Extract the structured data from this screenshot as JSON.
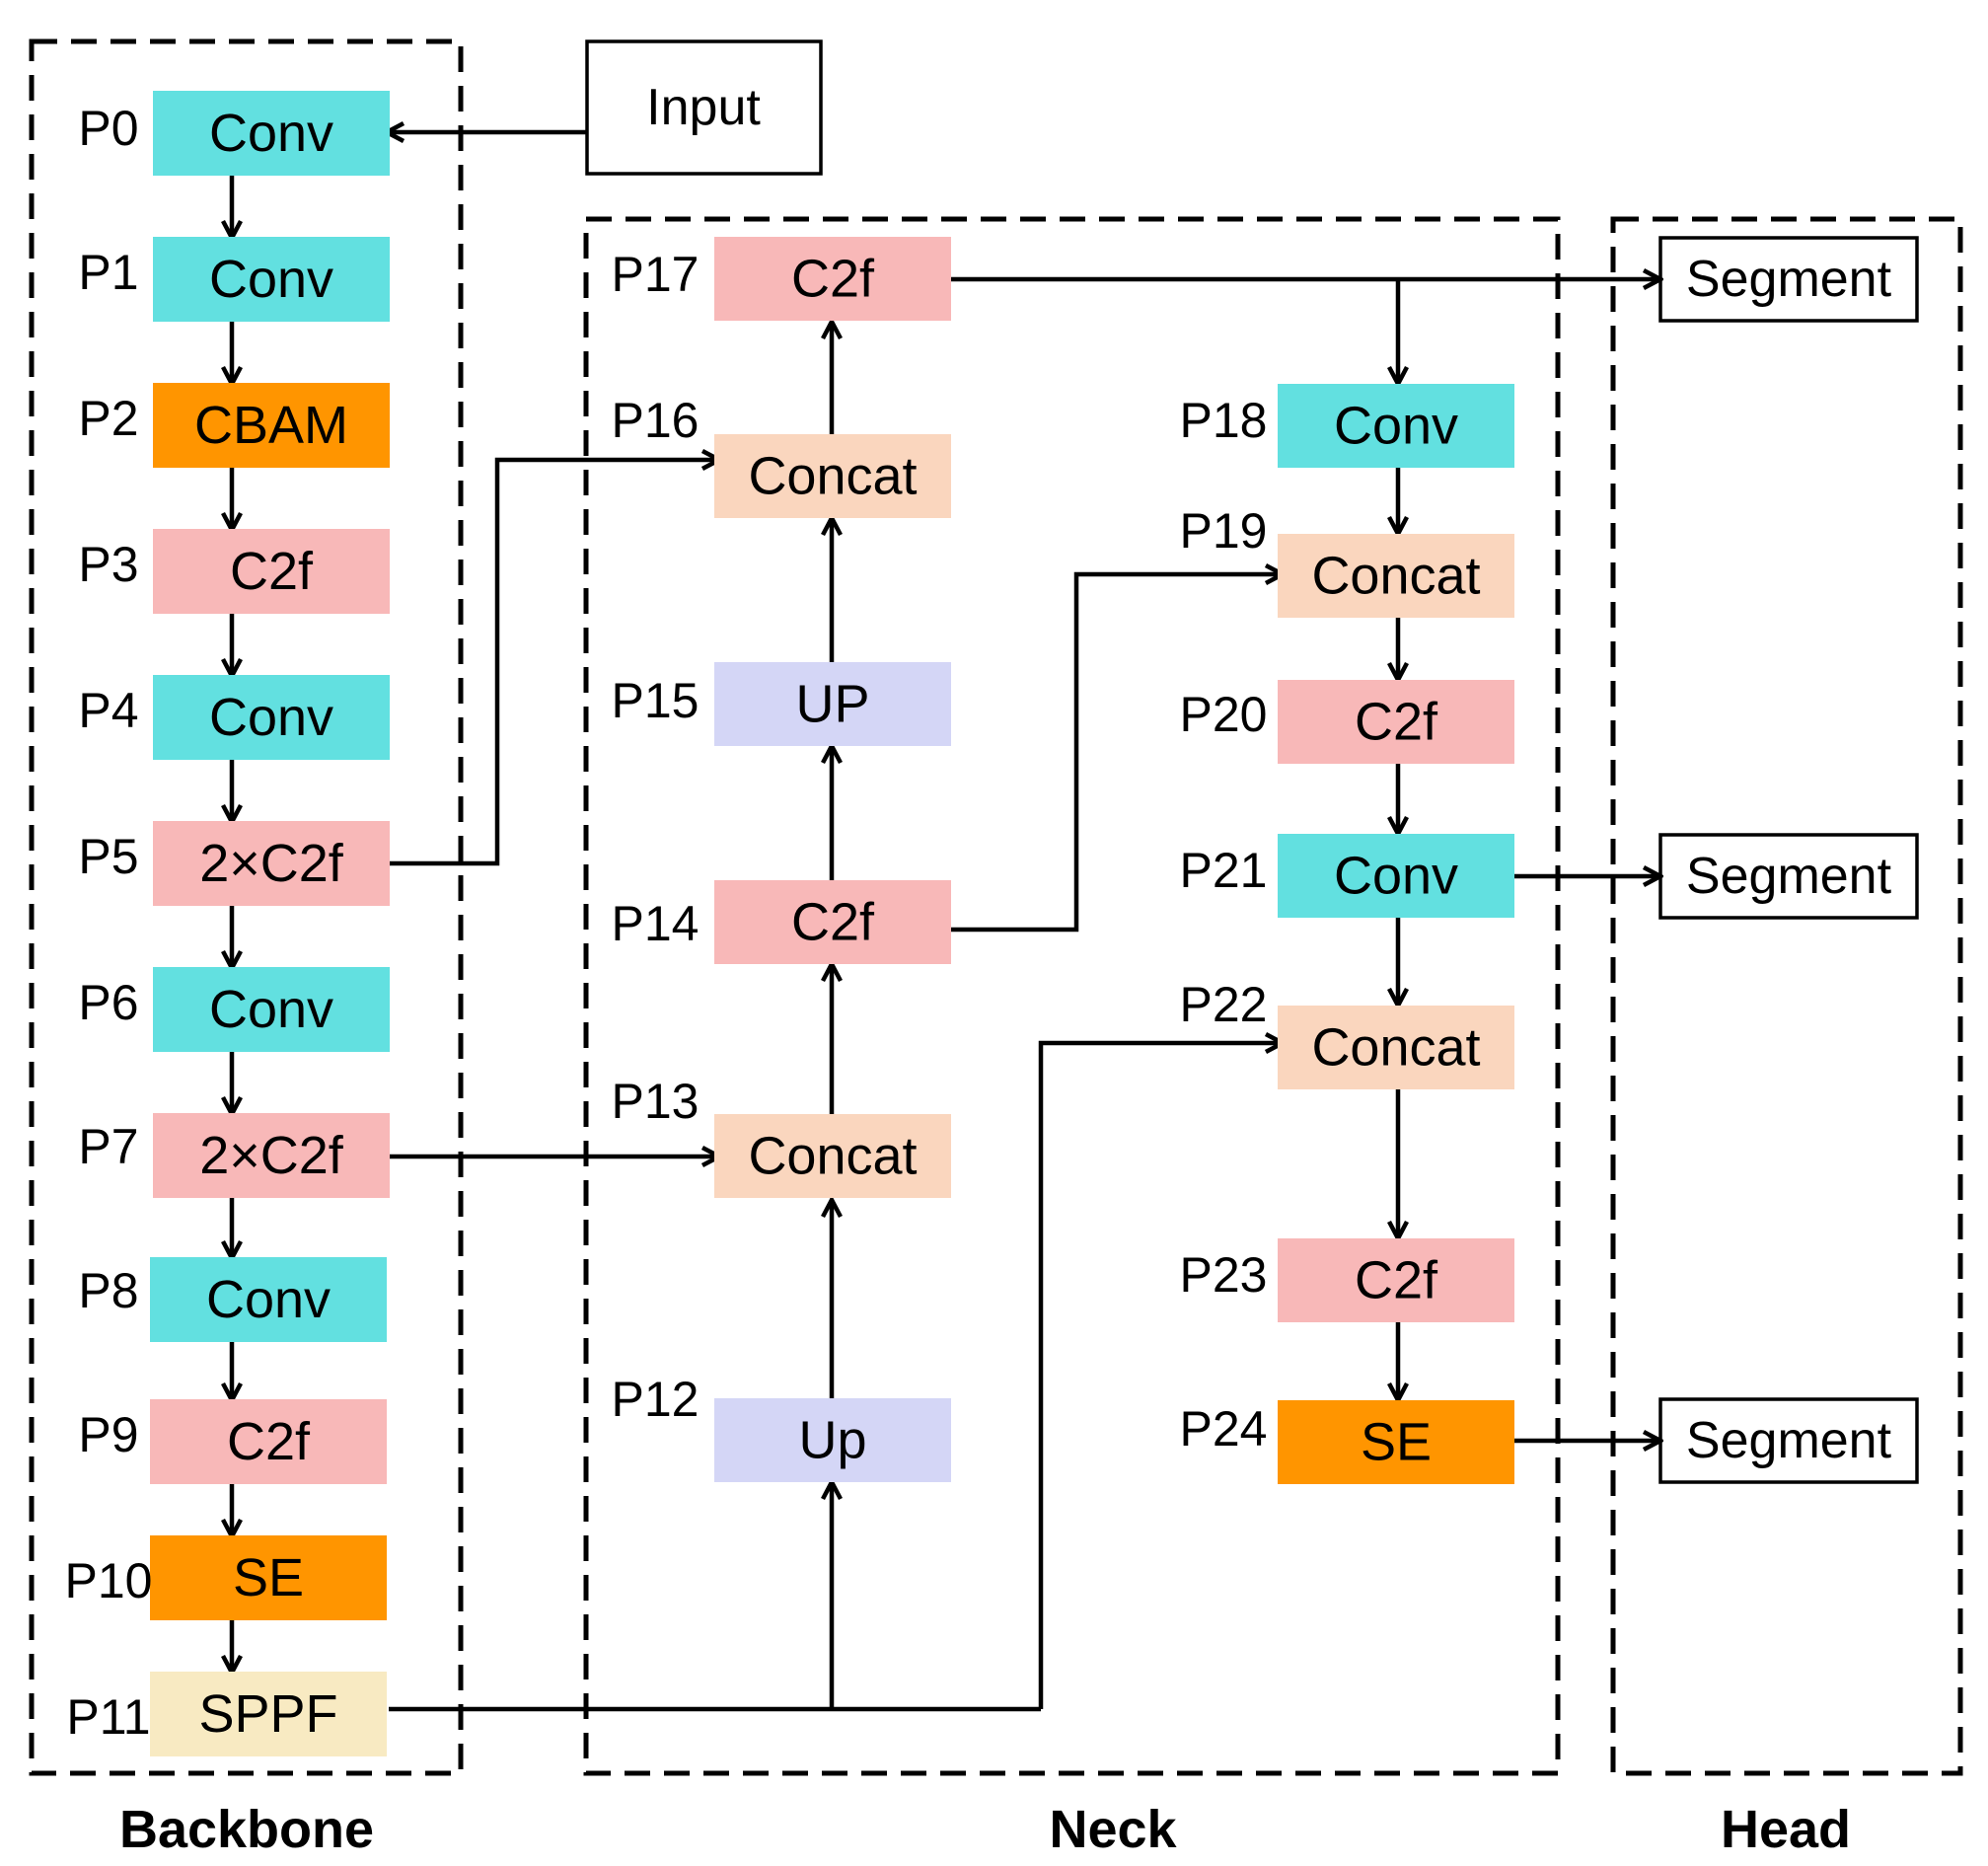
{
  "sections": {
    "backbone": "Backbone",
    "neck": "Neck",
    "head": "Head"
  },
  "colors": {
    "conv": "#62e0e0",
    "cbam": "#ff9500",
    "c2f": "#f8b8b8",
    "concat": "#fad6be",
    "up": "#d4d6f6",
    "se": "#ff9500",
    "sppf": "#f8eac2"
  },
  "input": "Input",
  "nodes": [
    {
      "id": "P0",
      "p": "P0",
      "label": "Conv",
      "kind": "conv"
    },
    {
      "id": "P1",
      "p": "P1",
      "label": "Conv",
      "kind": "conv"
    },
    {
      "id": "P2",
      "p": "P2",
      "label": "CBAM",
      "kind": "cbam"
    },
    {
      "id": "P3",
      "p": "P3",
      "label": "C2f",
      "kind": "c2f"
    },
    {
      "id": "P4",
      "p": "P4",
      "label": "Conv",
      "kind": "conv"
    },
    {
      "id": "P5",
      "p": "P5",
      "label": "2×C2f",
      "kind": "c2f"
    },
    {
      "id": "P6",
      "p": "P6",
      "label": "Conv",
      "kind": "conv"
    },
    {
      "id": "P7",
      "p": "P7",
      "label": "2×C2f",
      "kind": "c2f"
    },
    {
      "id": "P8",
      "p": "P8",
      "label": "Conv",
      "kind": "conv"
    },
    {
      "id": "P9",
      "p": "P9",
      "label": "C2f",
      "kind": "c2f"
    },
    {
      "id": "P10",
      "p": "P10",
      "label": "SE",
      "kind": "se"
    },
    {
      "id": "P11",
      "p": "P11",
      "label": "SPPF",
      "kind": "sppf"
    },
    {
      "id": "P12",
      "p": "P12",
      "label": "Up",
      "kind": "up"
    },
    {
      "id": "P13",
      "p": "P13",
      "label": "Concat",
      "kind": "concat"
    },
    {
      "id": "P14",
      "p": "P14",
      "label": "C2f",
      "kind": "c2f"
    },
    {
      "id": "P15",
      "p": "P15",
      "label": "UP",
      "kind": "up"
    },
    {
      "id": "P16",
      "p": "P16",
      "label": "Concat",
      "kind": "concat"
    },
    {
      "id": "P17",
      "p": "P17",
      "label": "C2f",
      "kind": "c2f"
    },
    {
      "id": "P18",
      "p": "P18",
      "label": "Conv",
      "kind": "conv"
    },
    {
      "id": "P19",
      "p": "P19",
      "label": "Concat",
      "kind": "concat"
    },
    {
      "id": "P20",
      "p": "P20",
      "label": "C2f",
      "kind": "c2f"
    },
    {
      "id": "P21",
      "p": "P21",
      "label": "Conv",
      "kind": "conv"
    },
    {
      "id": "P22",
      "p": "P22",
      "label": "Concat",
      "kind": "concat"
    },
    {
      "id": "P23",
      "p": "P23",
      "label": "C2f",
      "kind": "c2f"
    },
    {
      "id": "P24",
      "p": "P24",
      "label": "SE",
      "kind": "se"
    }
  ],
  "outputs": [
    {
      "id": "seg1",
      "label": "Segment"
    },
    {
      "id": "seg2",
      "label": "Segment"
    },
    {
      "id": "seg3",
      "label": "Segment"
    }
  ]
}
